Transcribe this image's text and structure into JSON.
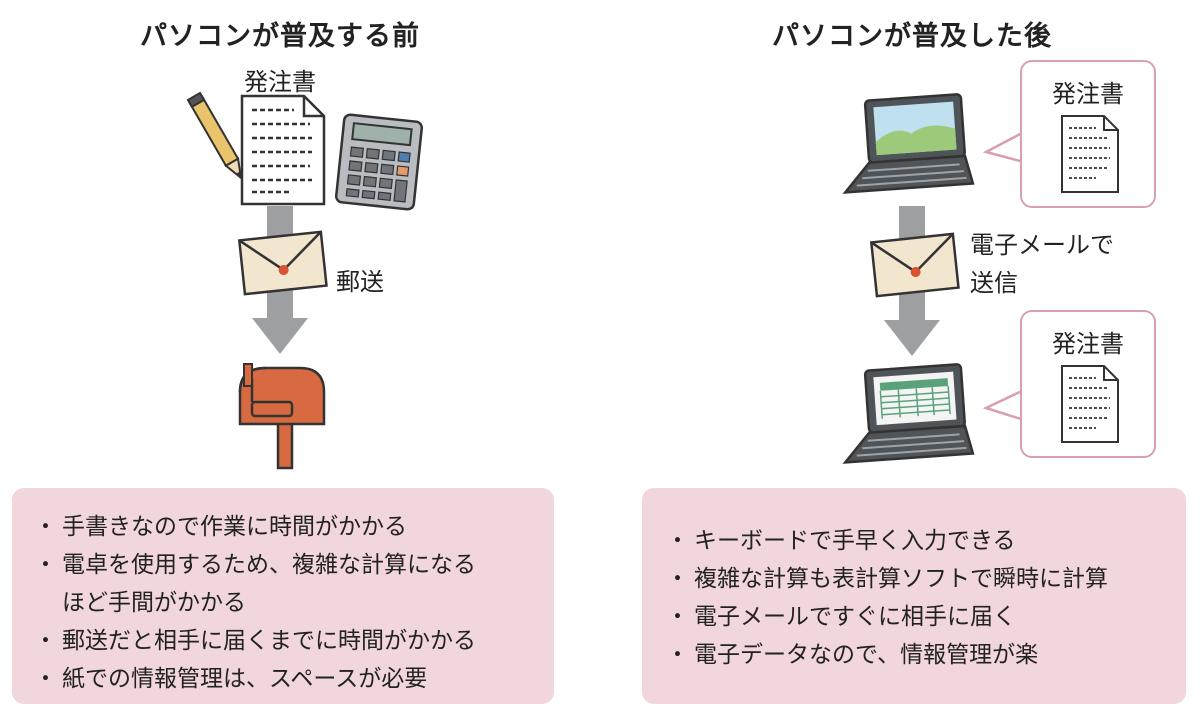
{
  "left": {
    "title": "パソコンが普及する前",
    "doc_label": "発注書",
    "mail_label": "郵送",
    "bullets": [
      [
        "手書きなので作業に時間がかかる"
      ],
      [
        "電卓を使用するため、複雑な計算になる",
        "ほど手間がかかる"
      ],
      [
        "郵送だと相手に届くまでに時間がかかる"
      ],
      [
        "紙での情報管理は、スペースが必要"
      ]
    ]
  },
  "right": {
    "title": "パソコンが普及した後",
    "bubble_top_label": "発注書",
    "bubble_bottom_label": "発注書",
    "mail_label": [
      "電子メールで",
      "送信"
    ],
    "bullets": [
      "キーボードで手早く入力できる",
      "複雑な計算も表計算ソフトで瞬時に計算",
      "電子メールですぐに相手に届く",
      "電子データなので、情報管理が楽"
    ]
  },
  "colors": {
    "panel_bg": "#f1d6db",
    "arrow_gray": "#9e9fa1",
    "mailbox_red": "#d86a42",
    "bubble_border": "#d9a0ac"
  }
}
